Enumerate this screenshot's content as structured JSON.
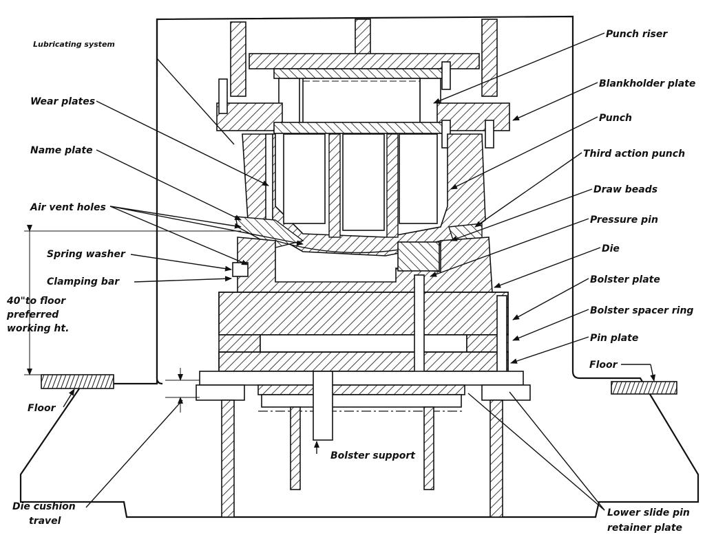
{
  "labels": {
    "lubricating_system": "Lubricating system",
    "wear_plates": "Wear plates",
    "name_plate": "Name plate",
    "air_vent_holes": "Air vent holes",
    "spring_washer": "Spring washer",
    "clamping_bar": "Clamping bar",
    "working_height_1": "40\"to floor",
    "working_height_2": "preferred",
    "working_height_3": "working ht.",
    "floor_left": "Floor",
    "die_cushion_travel_1": "Die cushion",
    "die_cushion_travel_2": "travel",
    "punch_riser": "Punch riser",
    "blankholder_plate": "Blankholder plate",
    "punch": "Punch",
    "third_action_punch": "Third action punch",
    "draw_beads": "Draw beads",
    "pressure_pin": "Pressure pin",
    "die": "Die",
    "bolster_plate": "Bolster plate",
    "bolster_spacer_ring": "Bolster spacer ring",
    "pin_plate": "Pin plate",
    "floor_right": "Floor",
    "bolster_support": "Bolster support",
    "lower_slide_pin_1": "Lower slide pin",
    "lower_slide_pin_2": "retainer plate"
  },
  "colors": {
    "ink": "#111111",
    "paper": "#ffffff"
  }
}
